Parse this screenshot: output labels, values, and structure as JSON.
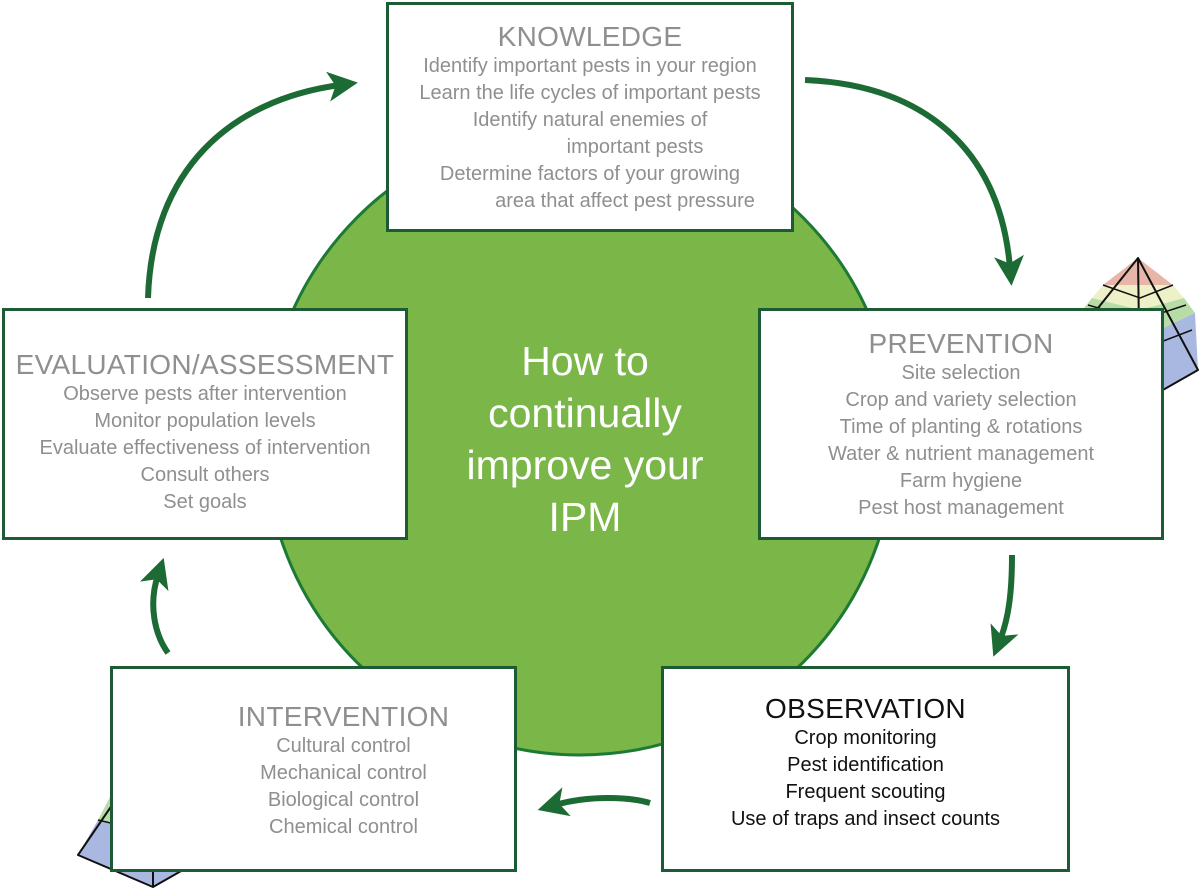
{
  "colors": {
    "circle_fill": "#7ab648",
    "circle_stroke": "#1d7a34",
    "arrow": "#1d6b34",
    "box_border": "#1d5b34",
    "muted_text": "#8f8f8f",
    "dark_text": "#111111",
    "pyramid_tiers": [
      "#e8b5a9",
      "#eef1c8",
      "#b8dca6",
      "#a9b8e0"
    ]
  },
  "center": {
    "lines": [
      "How to",
      "continually",
      "improve your",
      "IPM"
    ]
  },
  "knowledge": {
    "title": "KNOWLEDGE",
    "lines": [
      "Identify important pests in your region",
      "Learn the life cycles of important pests",
      "Identify natural enemies of",
      "important pests",
      "Determine factors of your growing",
      "area that affect pest pressure"
    ]
  },
  "prevention": {
    "title": "PREVENTION",
    "lines": [
      "Site selection",
      "Crop and variety selection",
      "Time of planting & rotations",
      "Water & nutrient management",
      "Farm hygiene",
      "Pest host management"
    ]
  },
  "observation": {
    "title": "OBSERVATION",
    "lines": [
      "Crop monitoring",
      "Pest identification",
      "Frequent scouting",
      "Use of traps and insect counts"
    ]
  },
  "intervention": {
    "title": "INTERVENTION",
    "lines": [
      "Cultural control",
      "Mechanical control",
      "Biological control",
      "Chemical control"
    ]
  },
  "evaluation": {
    "title": "EVALUATION/ASSESSMENT",
    "lines": [
      "Observe pests after intervention",
      "Monitor population levels",
      "Evaluate effectiveness of intervention",
      "Consult others",
      "Set goals"
    ]
  }
}
